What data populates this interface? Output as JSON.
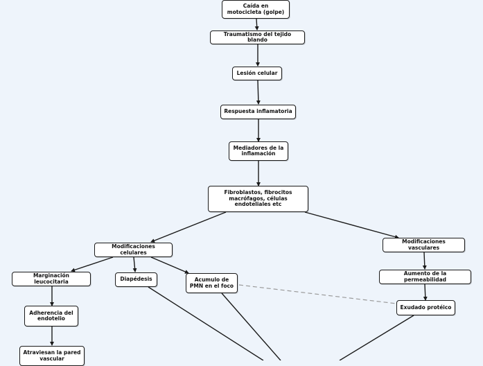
{
  "mindmap": {
    "nodes": {
      "n1": "Caída en motocicleta (golpe)",
      "n2": "Traumatismo del tejido blando",
      "n3": "Lesión celular",
      "n4": "Respuesta inflamatoria",
      "n5": "Mediadores de la inflamación",
      "n6": "Fibroblastos, fibrocitos macrófagos, células endoteliales etc",
      "n7": "Modificaciones celulares",
      "n8": "Modificaciones vasculares",
      "n9": "Marginación leucocitaria",
      "n10": "Diapédesis",
      "n11": "Acumulo de PMN en el foco",
      "n12": "Aumento de la permeabilidad",
      "n13": "Exudado protéico",
      "n14": "Adherencia del endotelio",
      "n15": "Atraviesan la pared vascular"
    },
    "colors": {
      "background": "#eef4fb",
      "node_fill": "#ffffff",
      "node_border": "#1a1a1a",
      "connector": "#1a1a1a",
      "dashed_link": "#9a9a9a"
    }
  }
}
